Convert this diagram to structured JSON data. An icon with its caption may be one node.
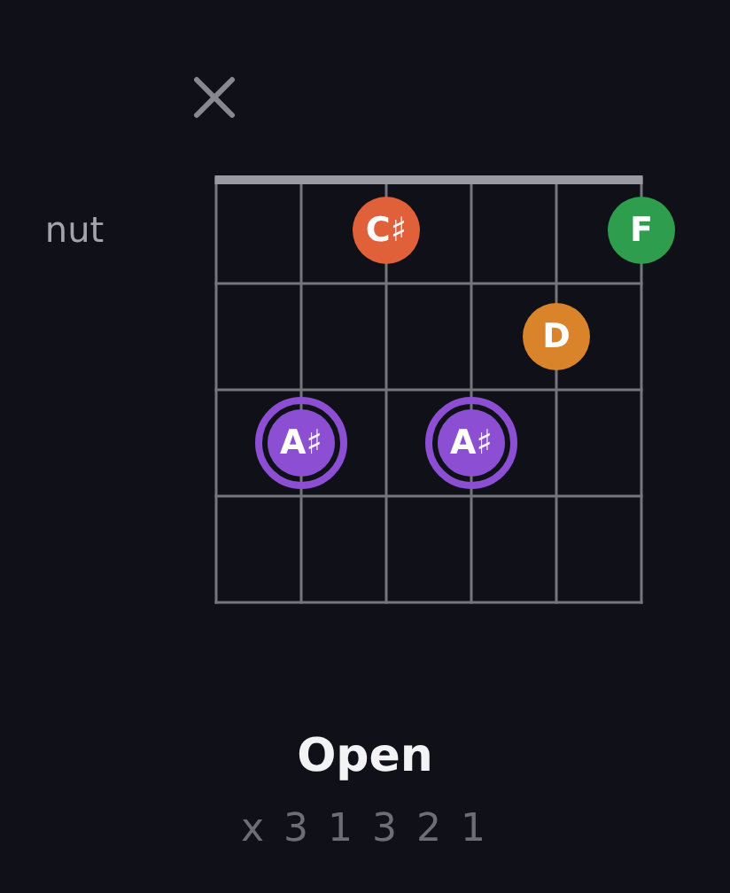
{
  "diagram": {
    "title": "Open",
    "nodes": [
      {
        "text": [
          "C♯"
        ]
      },
      {
        "text": [
          "F"
        ]
      },
      {
        "text": [
          "D"
        ]
      },
      {
        "text": [
          "A♯"
        ]
      },
      {
        "text": [
          "A♯"
        ]
      }
    ],
    "labels": [
      "nut",
      "x 3 1 3 2 1"
    ]
  }
}
